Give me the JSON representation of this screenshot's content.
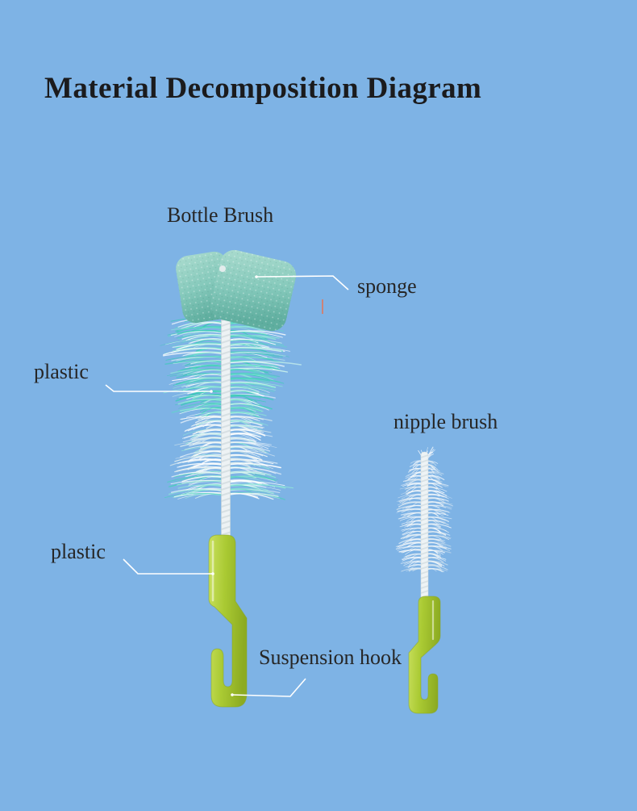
{
  "page": {
    "title": "Material Decomposition Diagram"
  },
  "labels": {
    "bottle_brush": "Bottle Brush",
    "sponge": "sponge",
    "plastic_bristles": "plastic",
    "nipple_brush": "nipple brush",
    "plastic_handle": "plastic",
    "suspension_hook": "Suspension hook"
  },
  "colors": {
    "background_top": "#94c3ec",
    "background_bottom": "#5b96d3",
    "title_text": "#1b1b1d",
    "label_text": "#262626",
    "callout_line": "#ffffff",
    "sponge_light": "#abdccf",
    "sponge": "#85c9bb",
    "sponge_shadow": "#5fae9f",
    "bristle_teal": "#38ccb5",
    "bristle_teal_light": "#8fe5d8",
    "bristle_white": "#ffffff",
    "stem_wire": "#edf2f4",
    "stem_twist": "#c6d2d6",
    "handle_green_light": "#c9e05e",
    "handle_green": "#aaca33",
    "handle_green_dark": "#8cab22",
    "red_mark": "#e0775c"
  }
}
